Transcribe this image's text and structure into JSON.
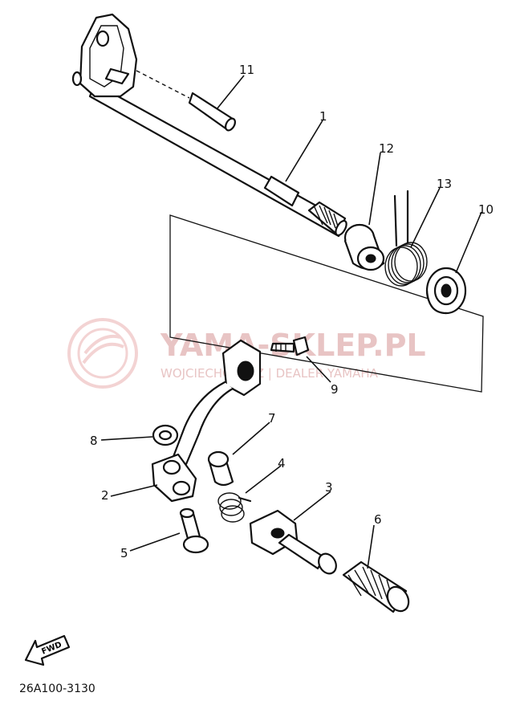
{
  "diagram": {
    "diagram_code": "26A100-3130",
    "fwd_label": "FWD",
    "watermark": {
      "title": "YAMA-SKLEP.PL",
      "subtitle": "WOJCIECHOWICZ | DEALER YAMAHA"
    },
    "callouts": [
      "1",
      "2",
      "3",
      "4",
      "5",
      "6",
      "7",
      "8",
      "9",
      "10",
      "11",
      "12",
      "13"
    ]
  }
}
